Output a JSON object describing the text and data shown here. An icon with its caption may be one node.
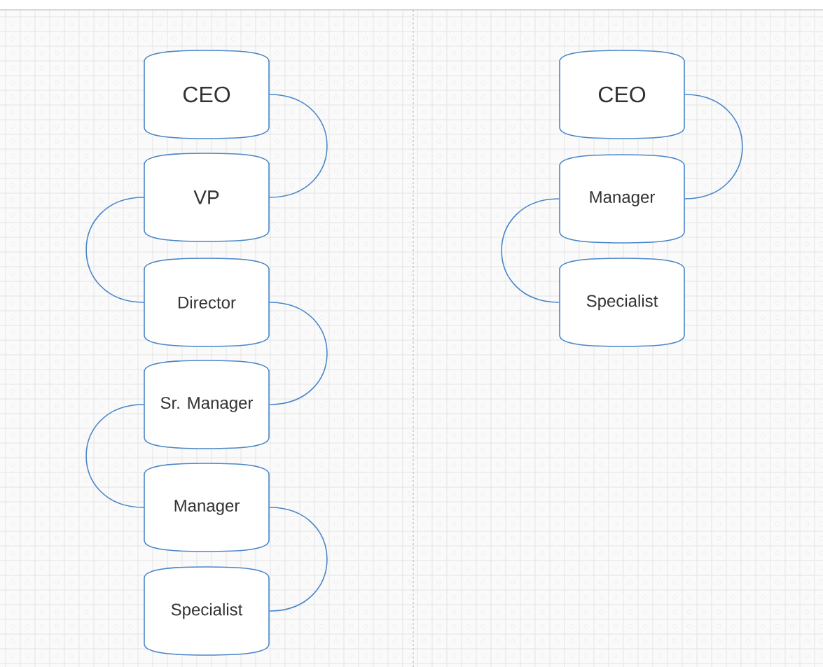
{
  "diagram": {
    "nodes": [
      {
        "text": [
          "CEO"
        ]
      },
      {
        "text": [
          "VP"
        ]
      },
      {
        "text": [
          "Director"
        ]
      },
      {
        "text": [
          "Sr. Manager"
        ]
      },
      {
        "text": [
          "Manager"
        ]
      },
      {
        "text": [
          "Specialist"
        ]
      },
      {
        "text": [
          "CEO"
        ]
      },
      {
        "text": [
          "Manager"
        ]
      },
      {
        "text": [
          "Specialist"
        ]
      }
    ],
    "edges": [
      {
        "from": 0,
        "to": 1,
        "arrow": "none"
      },
      {
        "from": 1,
        "to": 2,
        "arrow": "none"
      },
      {
        "from": 2,
        "to": 3,
        "arrow": "none"
      },
      {
        "from": 3,
        "to": 4,
        "arrow": "none"
      },
      {
        "from": 4,
        "to": 5,
        "arrow": "none"
      },
      {
        "from": 6,
        "to": 7,
        "arrow": "none"
      },
      {
        "from": 7,
        "to": 8,
        "arrow": "none"
      }
    ]
  }
}
